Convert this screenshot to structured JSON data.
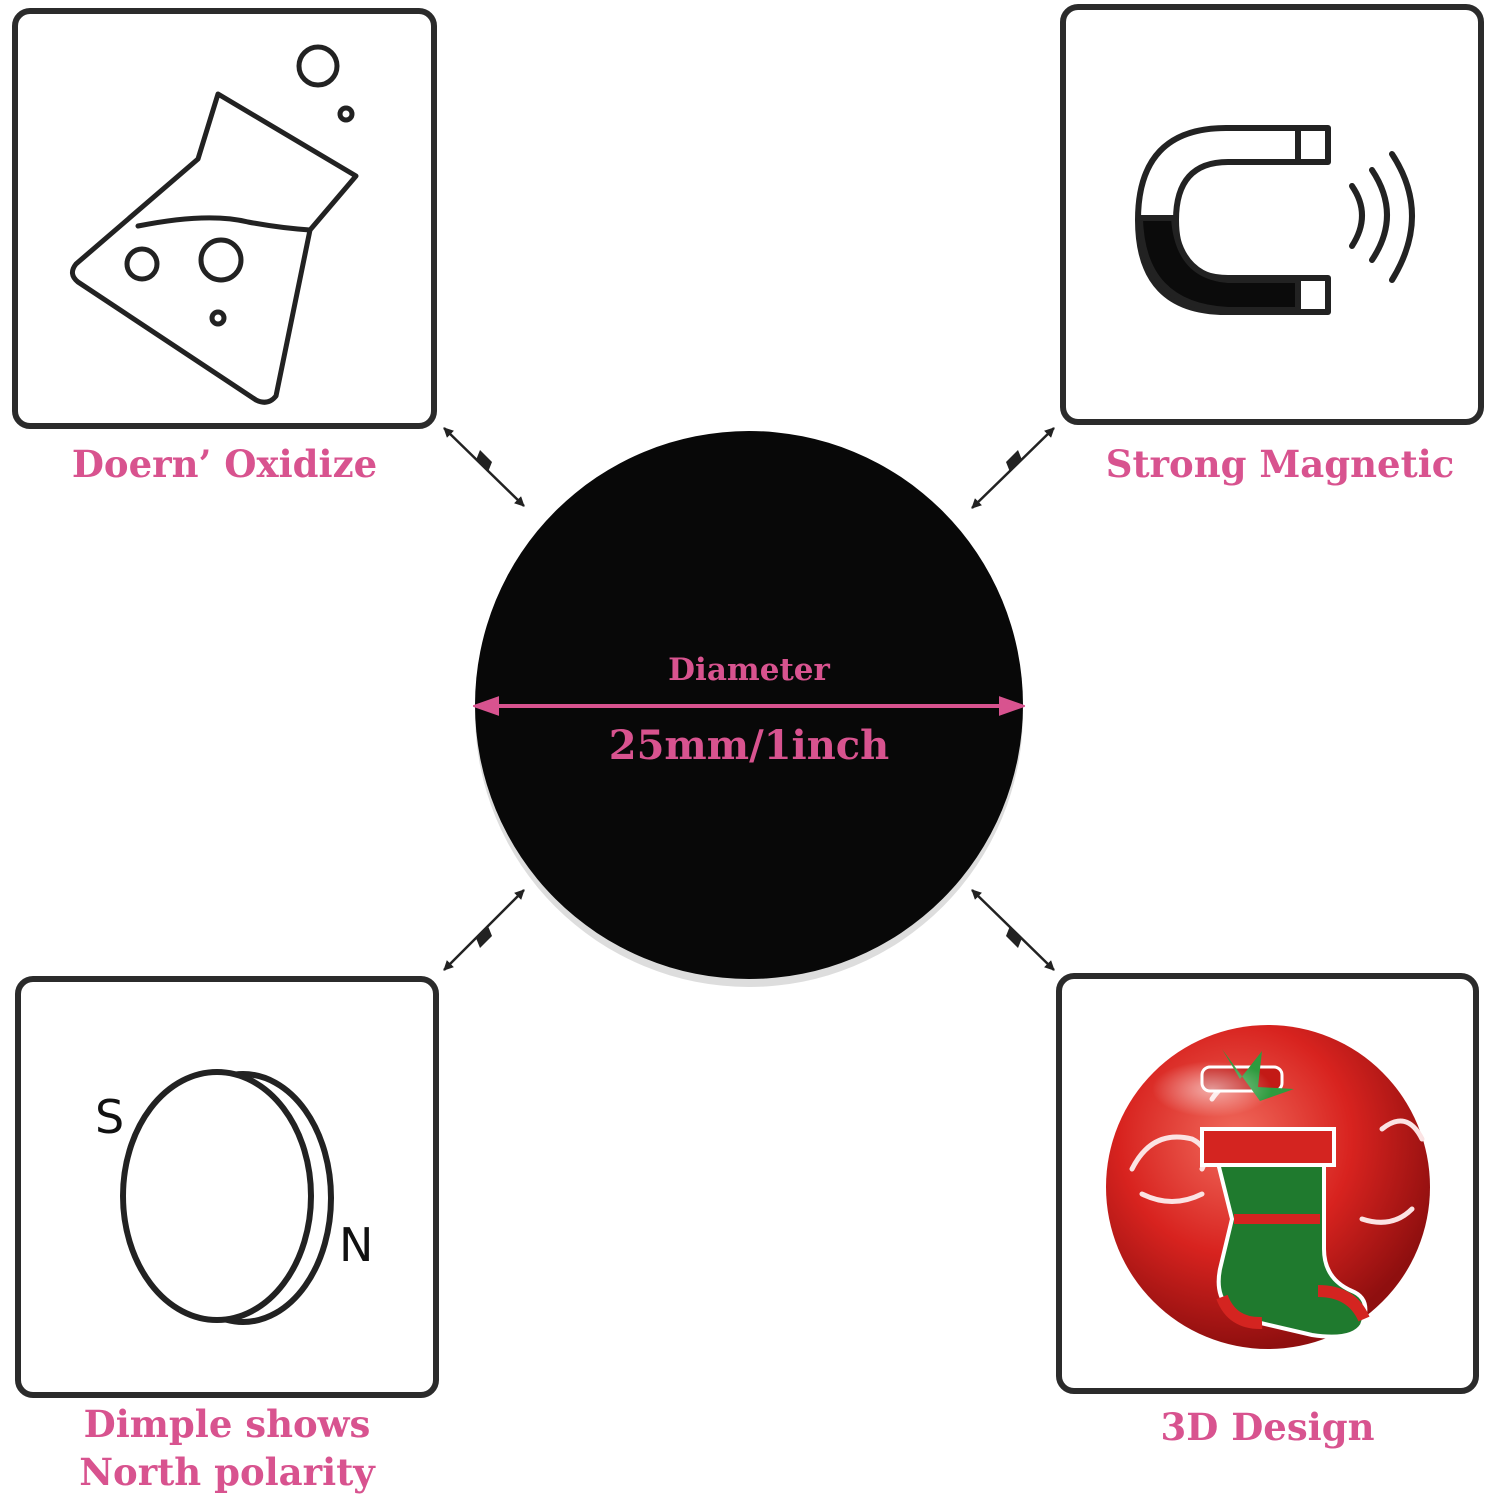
{
  "features": {
    "oxidize": {
      "label": "Doern’ Oxidize",
      "icon": "flask-icon"
    },
    "magnetic": {
      "label": "Strong Magnetic",
      "icon": "horseshoe-magnet-icon"
    },
    "polarity": {
      "lines": [
        "Dimple shows",
        "North polarity"
      ],
      "icon": "disc-magnet-icon",
      "south_mark": "S",
      "north_mark": "N"
    },
    "design": {
      "label": "3D Design",
      "icon": "christmas-stocking-magnet-image"
    }
  },
  "center": {
    "diameter_label": "Diameter",
    "size_label": "25mm/1inch"
  },
  "colors": {
    "accent": "#d8538f",
    "outline": "#2b2b2b",
    "disc": "#080808"
  }
}
